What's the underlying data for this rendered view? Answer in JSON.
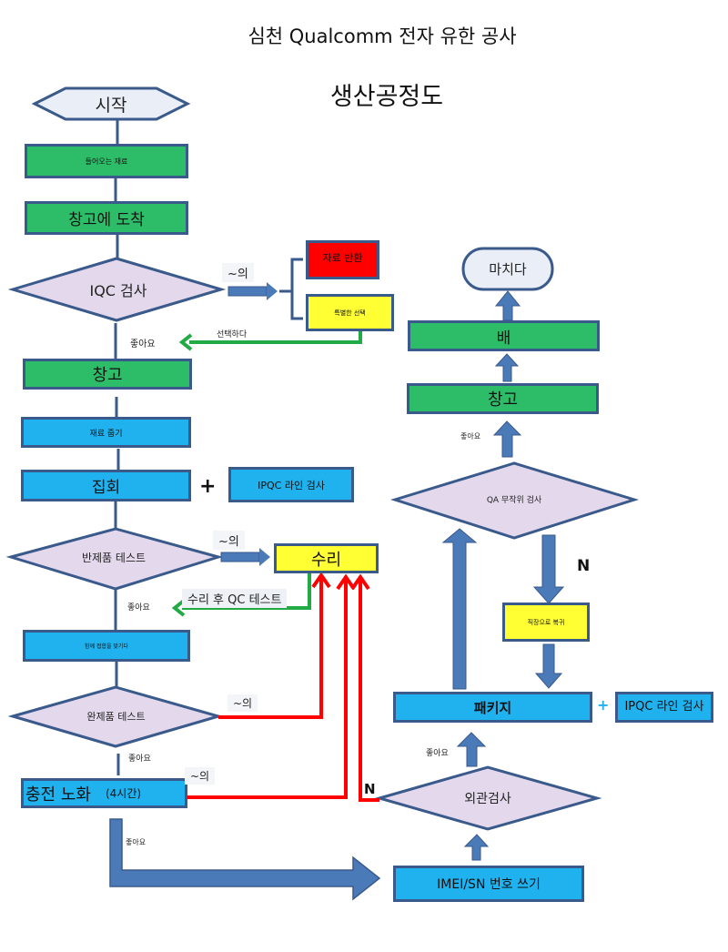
{
  "header": {
    "company": "심천 Qualcomm 전자 유한 공사",
    "title": "생산공정도"
  },
  "nodes": {
    "start": "시작",
    "incoming": "들어오는 재료",
    "arrive": "창고에 도착",
    "iqc": "IQC 검사",
    "return_material": "자료 반환",
    "special_select": "특별한 선택",
    "select": "선택하다",
    "warehouse1": "창고",
    "pick_material": "재료 줍기",
    "assembly": "집회",
    "ipqc1": "IPQC 라인 검사",
    "semi_test": "반제품 테스트",
    "repair": "수리",
    "repair_qc": "수리 후 QC 테스트",
    "fit_together": "함께 접합을 맞기다",
    "final_test": "완제품 테스트",
    "aging": "충전 노화",
    "aging_time": "(4시간)",
    "imei": "IMEI/SN 번호 쓰기",
    "appearance": "외관검사",
    "package": "패키지",
    "ipqc2": "IPQC 라인 검사",
    "qa_random": "QA 무작위 검사",
    "rework": "직장으로 복귀",
    "warehouse2": "창고",
    "ship": "배",
    "finish": "마치다"
  },
  "labels": {
    "ng": "~의",
    "ok": "좋아요",
    "no": "N",
    "plus": "+"
  },
  "colors": {
    "green": "#2dbd68",
    "blue": "#1fb2ef",
    "yellow": "#ffff33",
    "red": "#ff0000",
    "diamond": "#e4d9ec",
    "arrow": "#4a7ab8",
    "border": "#3a5a8c"
  }
}
